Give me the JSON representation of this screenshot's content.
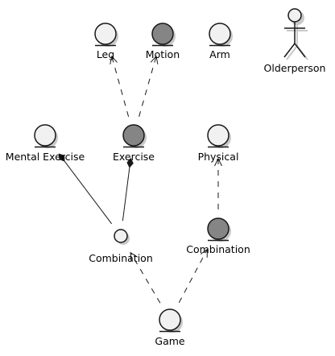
{
  "diagram": {
    "colors": {
      "open_fill": "#F1F1F1",
      "filled_fill": "#858585",
      "stroke": "#181818",
      "shadow": "#C8C8C8"
    },
    "nodes": {
      "leg": {
        "label": "Leg",
        "kind": "entity",
        "style": "open"
      },
      "motion": {
        "label": "Motion",
        "kind": "entity",
        "style": "filled"
      },
      "arm": {
        "label": "Arm",
        "kind": "entity",
        "style": "open"
      },
      "olderperson": {
        "label": "Olderperson",
        "kind": "actor",
        "style": "open"
      },
      "mental_exercise": {
        "label": "Mental Exercise",
        "kind": "entity",
        "style": "open"
      },
      "exercise": {
        "label": "Exercise",
        "kind": "entity",
        "style": "filled"
      },
      "physical": {
        "label": "Physical",
        "kind": "entity",
        "style": "open"
      },
      "combination_small": {
        "label": "Combination",
        "kind": "circle",
        "style": "open"
      },
      "combination": {
        "label": "Combination",
        "kind": "entity",
        "style": "filled"
      },
      "game": {
        "label": "Game",
        "kind": "entity",
        "style": "open"
      }
    },
    "edges": [
      {
        "from": "exercise",
        "to": "leg",
        "style": "dashed",
        "head": "open-arrow"
      },
      {
        "from": "exercise",
        "to": "motion",
        "style": "dashed",
        "head": "open-arrow"
      },
      {
        "from": "combination_small",
        "to": "mental_exercise",
        "style": "solid",
        "head": "filled-diamond"
      },
      {
        "from": "combination_small",
        "to": "exercise",
        "style": "solid",
        "head": "filled-diamond"
      },
      {
        "from": "combination",
        "to": "physical",
        "style": "dashed",
        "head": "open-arrow"
      },
      {
        "from": "game",
        "to": "combination_small",
        "style": "dashed",
        "head": "open-arrow"
      },
      {
        "from": "game",
        "to": "combination",
        "style": "dashed",
        "head": "open-arrow"
      }
    ]
  }
}
